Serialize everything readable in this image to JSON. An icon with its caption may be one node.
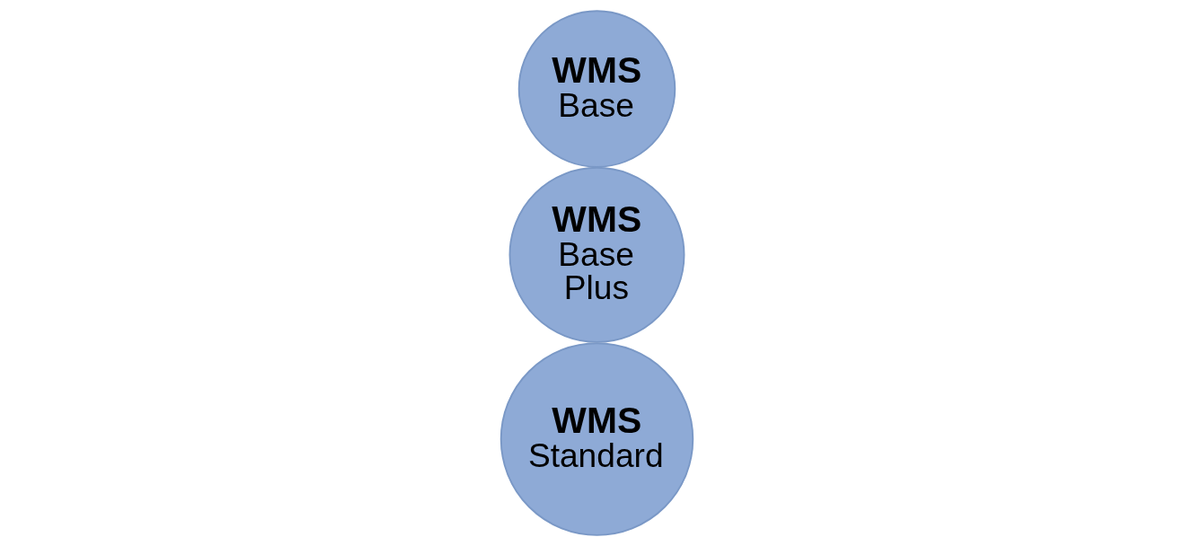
{
  "diagram": {
    "nodes": [
      {
        "text": [
          "WMS",
          "Base"
        ]
      },
      {
        "text": [
          "WMS",
          "Base Plus"
        ]
      },
      {
        "text": [
          "WMS",
          "Standard"
        ]
      }
    ],
    "edges": []
  }
}
